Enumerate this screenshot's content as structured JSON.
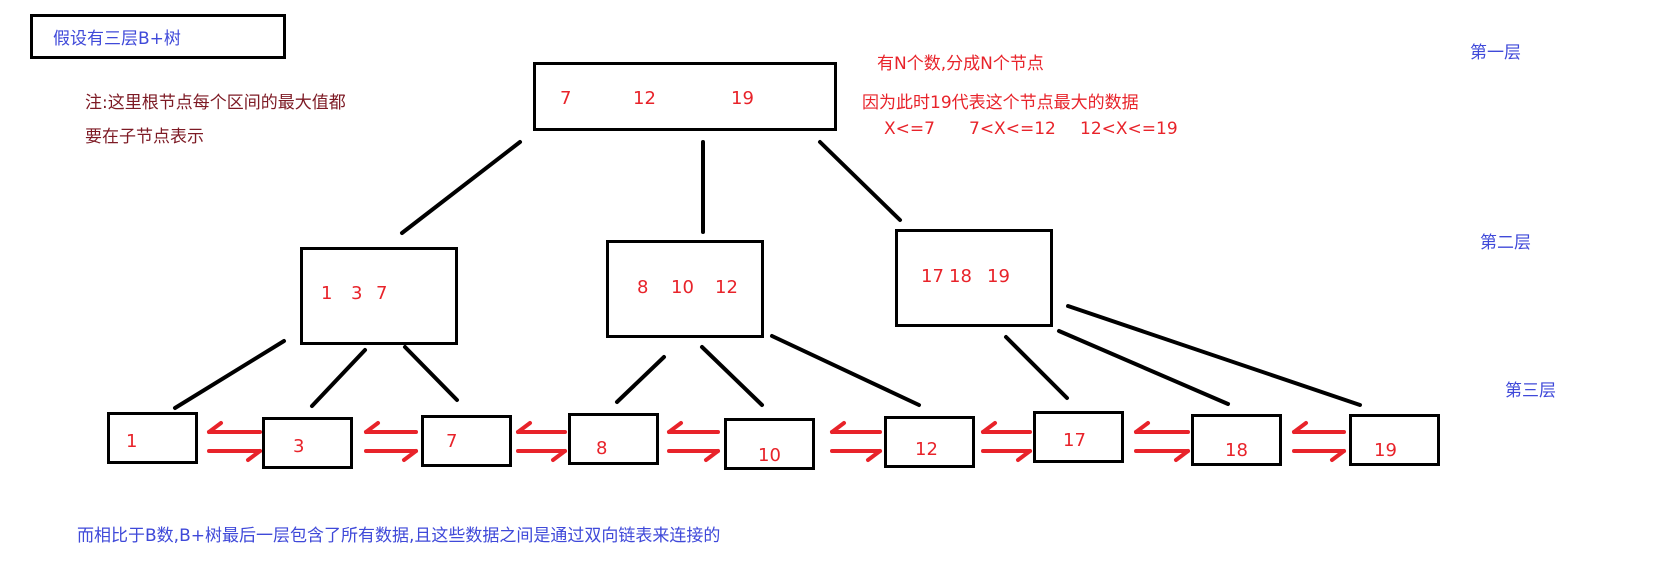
{
  "title": "假设有三层B+树",
  "note_line1": "注:这里根节点每个区间的最大值都",
  "note_line2": "要在子节点表示",
  "info_line1": "有N个数,分成N个节点",
  "info_line2": "因为此时19代表这个节点最大的数据",
  "range_1": "X<=7",
  "range_2": "7<X<=12",
  "range_3": "12<X<=19",
  "layer_1": "第一层",
  "layer_2": "第二层",
  "layer_3": "第三层",
  "footer": "而相比于B数,B+树最后一层包含了所有数据,且这些数据之间是通过双向链表来连接的",
  "root_keys": [
    "7",
    "12",
    "19"
  ],
  "level2": [
    {
      "keys": [
        "1",
        "3",
        "7"
      ]
    },
    {
      "keys": [
        "8",
        "10",
        "12"
      ]
    },
    {
      "keys": [
        "17",
        "18",
        "19"
      ]
    }
  ],
  "leaves": [
    "1",
    "3",
    "7",
    "8",
    "10",
    "12",
    "17",
    "18",
    "19"
  ],
  "colors": {
    "blue_text": "#3f49d9",
    "red_text": "#e8232a",
    "note_text": "#7d1a24",
    "arrow": "#e8232a",
    "line": "#000000"
  }
}
